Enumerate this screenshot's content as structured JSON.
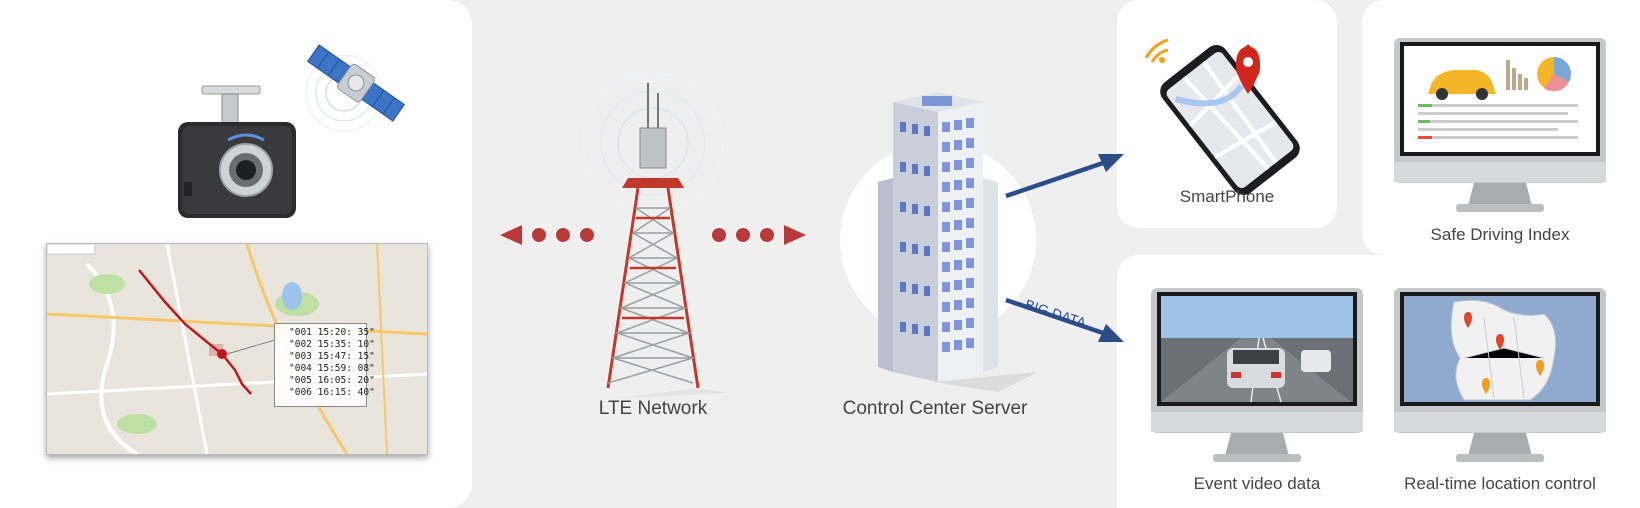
{
  "nodes": {
    "lte_network": "LTE Network",
    "control_center": "Control Center Server",
    "smartphone": "SmartPhone",
    "safe_driving": "Safe Driving Index",
    "event_video": "Event video data",
    "realtime_location": "Real-time location control"
  },
  "edge_label": "BIG DATA",
  "gps_log": [
    "\"001 15:20: 35\"",
    "\"002 15:35: 10\"",
    "\"003 15:47: 15\"",
    "\"004 15:59: 08\"",
    "\"005 16:05: 20\"",
    "\"006 16:15: 40\""
  ],
  "colors": {
    "signal_red": "#b83a3a",
    "arrow_blue": "#2b4c86",
    "tower_red": "#c0392b",
    "route_red": "#c0191b"
  },
  "icons": [
    "dashcam-icon",
    "satellite-icon",
    "cell-tower-icon",
    "building-icon",
    "smartphone-icon",
    "monitor-icon",
    "car-icon",
    "map-pin-icon"
  ]
}
